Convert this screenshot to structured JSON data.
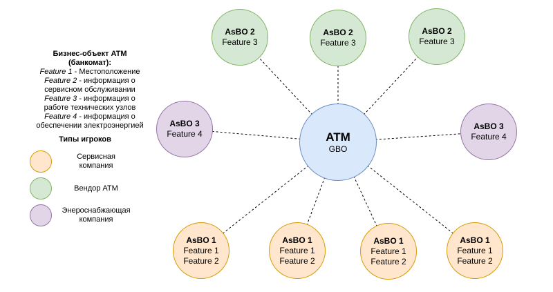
{
  "info_panel": {
    "title": "Бизнес-объект ATM\n(банкомат):",
    "features": [
      {
        "name": "Feature 1",
        "desc": " - Местоположение"
      },
      {
        "name": "Feature 2",
        "desc": " - информация о\nсервисном обслуживании"
      },
      {
        "name": "Feature 3",
        "desc": " - информация о\nработе технических узлов"
      },
      {
        "name": "Feature 4",
        "desc": " - информация о\nобеспечении электроэнергией"
      }
    ]
  },
  "legend": {
    "title": "Типы игроков",
    "items": [
      {
        "id": "service-company",
        "label": "Сервисная\nкомпания",
        "fill": "#ffe6cc",
        "stroke": "#d79b00"
      },
      {
        "id": "atm-vendor",
        "label": "Вендор ATM",
        "fill": "#d5e8d4",
        "stroke": "#82b366"
      },
      {
        "id": "energy-company",
        "label": "Энероснабжающая\nкомпания",
        "fill": "#e1d5e7",
        "stroke": "#9673a6"
      }
    ]
  },
  "diagram": {
    "center_node": {
      "title": "ATM",
      "subtitle": "GBO",
      "fill": "#dae8fc",
      "stroke": "#6c8ebf"
    },
    "nodes": [
      {
        "title": "AsBO 2",
        "features": "Feature 3",
        "type": "atm-vendor"
      },
      {
        "title": "AsBO 2",
        "features": "Feature 3",
        "type": "atm-vendor"
      },
      {
        "title": "AsBO 2",
        "features": "Feature 3",
        "type": "atm-vendor"
      },
      {
        "title": "AsBO 3",
        "features": "Feature 4",
        "type": "energy-company"
      },
      {
        "title": "AsBO 3",
        "features": "Feature 4",
        "type": "energy-company"
      },
      {
        "title": "AsBO 1",
        "features": "Feature 1\nFeature 2",
        "type": "service-company"
      },
      {
        "title": "AsBO 1",
        "features": "Feature 1\nFeature 2",
        "type": "service-company"
      },
      {
        "title": "AsBO 1",
        "features": "Feature 1\nFeature 2",
        "type": "service-company"
      },
      {
        "title": "AsBO 1",
        "features": "Feature 1\nFeature 2",
        "type": "service-company"
      }
    ]
  }
}
